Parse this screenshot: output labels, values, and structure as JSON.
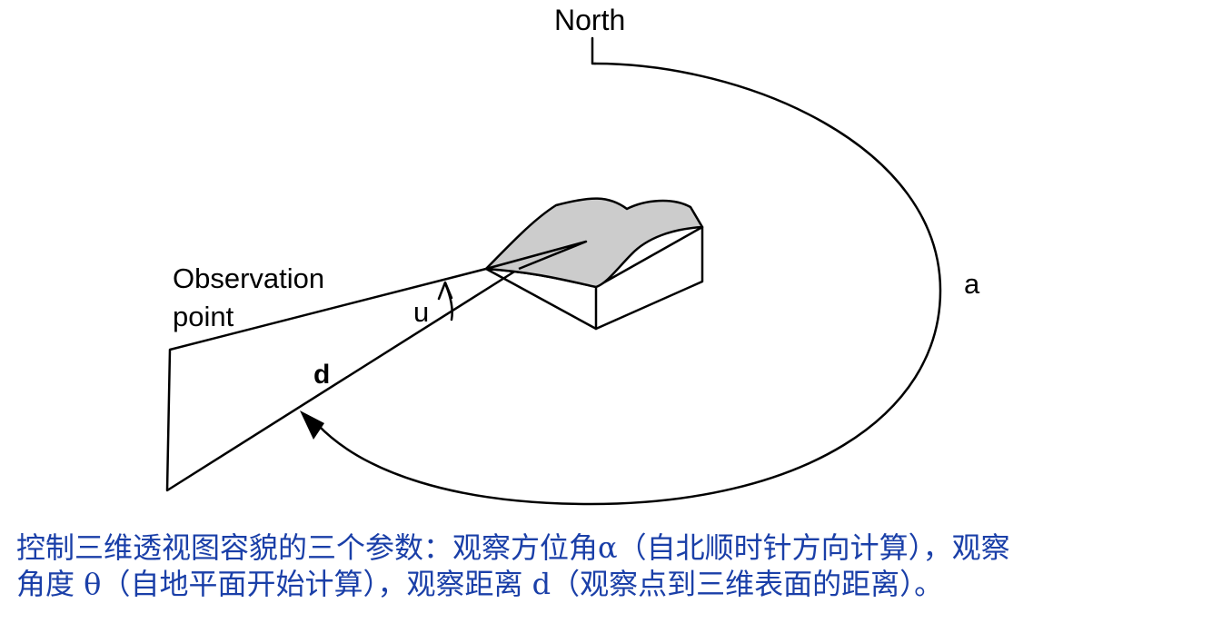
{
  "labels": {
    "north": "North",
    "observation_line1": "Observation",
    "observation_line2": "point",
    "elevation_angle": "u",
    "distance": "d",
    "azimuth": "a"
  },
  "caption": {
    "line1": "控制三维透视图容貌的三个参数：观察方位角α（自北顺时针方向计算），观察",
    "line2": "角度 θ（自地平面开始计算），观察距离 d（观察点到三维表面的距离）。"
  },
  "colors": {
    "line": "#000000",
    "surface_fill": "#cccccc",
    "caption_text": "#1a3fa8"
  }
}
